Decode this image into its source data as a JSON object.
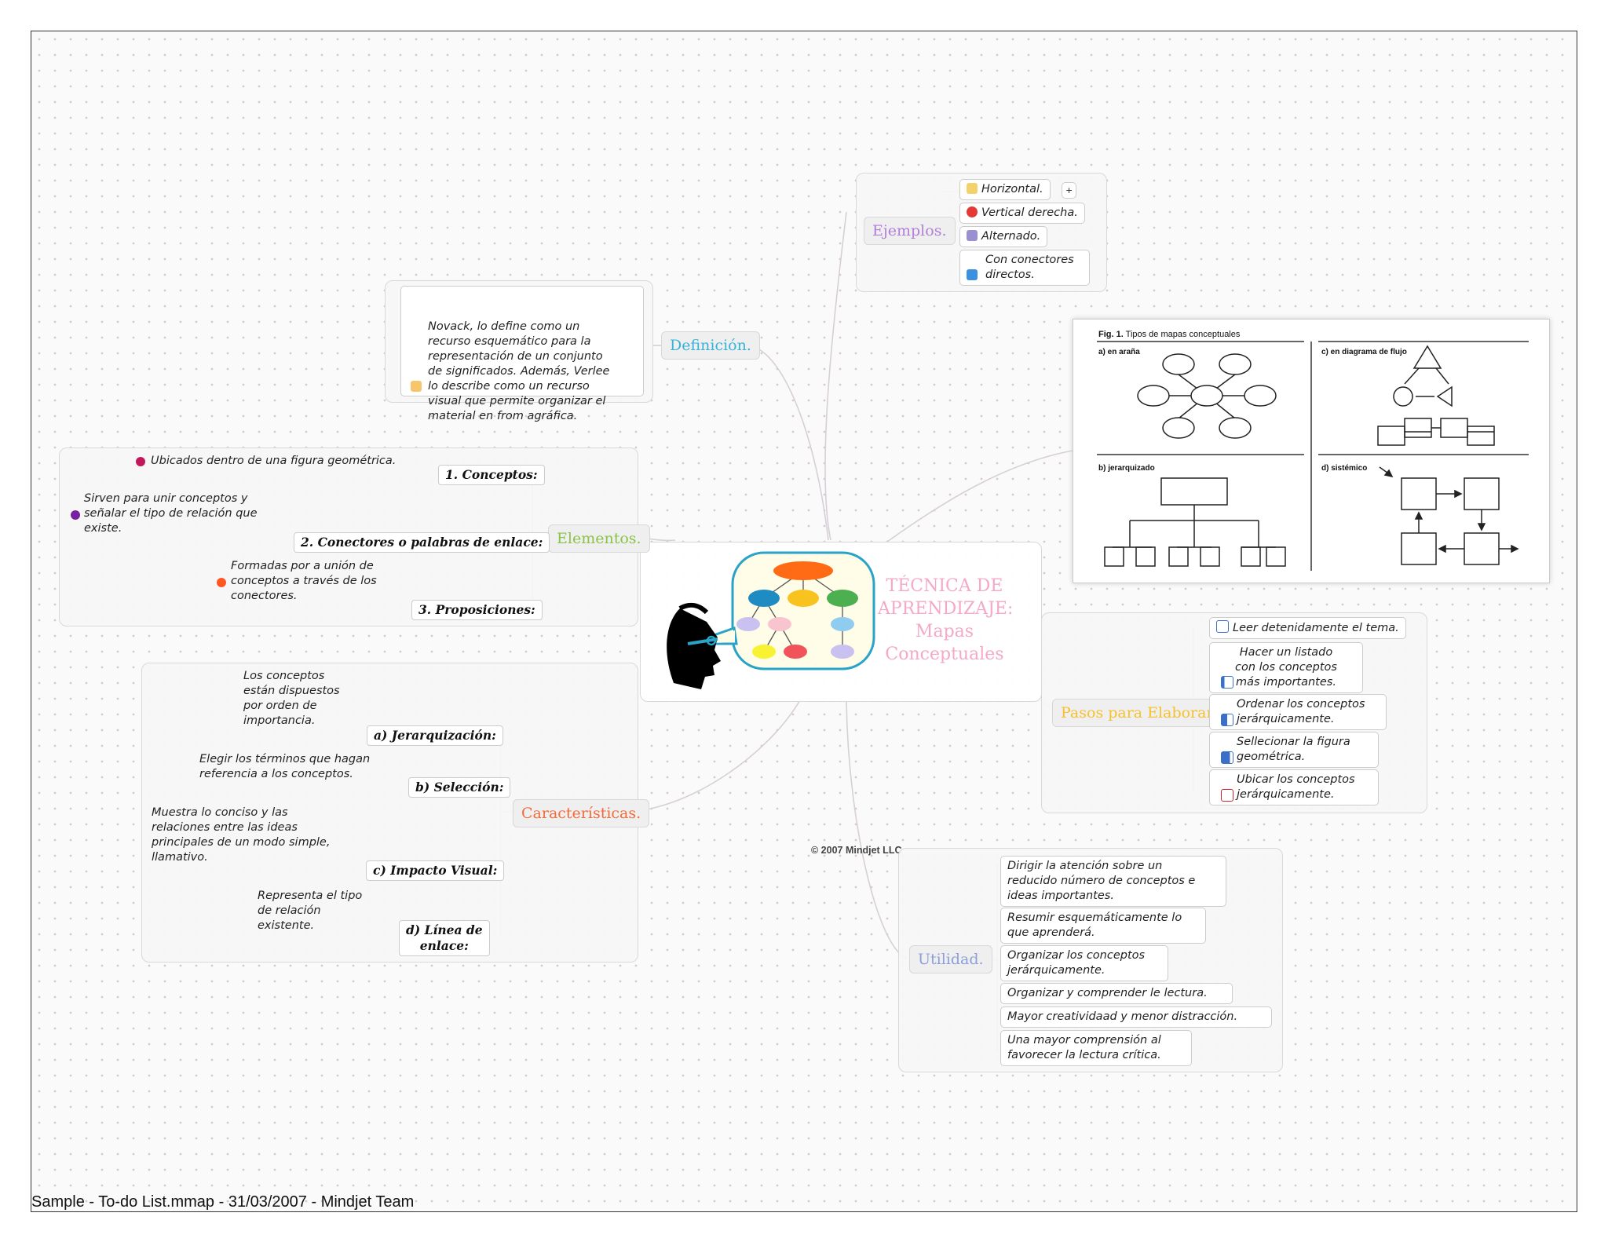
{
  "footer": "Sample - To-do List.mmap - 31/03/2007 - Mindjet Team",
  "copyright": "© 2007 Mindjet LLC",
  "central": {
    "title_lines": [
      "TÉCNICA DE",
      "APRENDIZAJE:",
      "Mapas",
      "Conceptuales"
    ],
    "color": "#f3a9c7"
  },
  "definicion": {
    "label": "Definición.",
    "text": "Novack, lo define como un\nrecurso esquemático para la\nrepresentación de un conjunto\nde significados. Además, Verlee\nlo describe como un recurso\nvisual que permite organizar el\nmaterial en from agráfica.",
    "icon": "thumbs-up-icon",
    "color": "#37b2d8"
  },
  "ejemplos": {
    "label": "Ejemplos.",
    "color": "#b07fd8",
    "items": [
      {
        "label": "Horizontal.",
        "icon": "arrows-horizontal-icon",
        "expander": "+"
      },
      {
        "label": "Vertical derecha.",
        "icon": "arrow-curved-red-icon"
      },
      {
        "label": "Alternado.",
        "icon": "arrow-down-purple-icon"
      },
      {
        "label": "Con conectores\ndirectos.",
        "icon": "arrow-up-blue-icon"
      }
    ]
  },
  "elementos": {
    "label": "Elementos.",
    "color": "#8bc34a",
    "items": [
      {
        "title": "1. Conceptos:",
        "desc": "Ubicados dentro de una figura geométrica.",
        "dot": "#c2185b"
      },
      {
        "title": "2. Conectores o palabras de enlace:",
        "desc": "Sirven para unir conceptos y\nseñalar el tipo de relación que\nexiste.",
        "dot": "#7b1fa2"
      },
      {
        "title": "3. Proposiciones:",
        "desc": "Formadas por a unión de\nconceptos a través de los\nconectores.",
        "dot": "#ff5722"
      }
    ]
  },
  "caracteristicas": {
    "label": "Características.",
    "color": "#f26b3a",
    "items": [
      {
        "title": "a) Jerarquización:",
        "desc": "Los conceptos\nestán dispuestos\npor orden de\nimportancia."
      },
      {
        "title": "b) Selección:",
        "desc": "Elegir los términos que hagan\nreferencia a los conceptos."
      },
      {
        "title": "c) Impacto Visual:",
        "desc": "Muestra lo conciso y las\nrelaciones entre las ideas\nprincipales de un modo simple,\nllamativo."
      },
      {
        "title": "d) Línea de\nenlace:",
        "desc": "Representa el tipo\nde relación\nexistente."
      }
    ]
  },
  "pasos": {
    "label": "Pasos para Elaborar.",
    "color": "#f5c12e",
    "items": [
      {
        "label": "Leer detenidamente el tema.",
        "icon": "task-0-icon"
      },
      {
        "label": "Hacer un listado\ncon los conceptos\nmás importantes.",
        "icon": "task-25-icon"
      },
      {
        "label": "Ordenar los conceptos\njerárquicamente.",
        "icon": "task-50-icon"
      },
      {
        "label": "Sellecionar la figura\ngeométrica.",
        "icon": "task-75-icon"
      },
      {
        "label": "Ubicar los conceptos\njerárquicamente.",
        "icon": "task-done-icon"
      }
    ]
  },
  "utilidad": {
    "label": "Utilidad.",
    "color": "#8d9fd6",
    "items": [
      "Dirigir la atención sobre un\nreducido número de conceptos e\nideas importantes.",
      "Resumir esquemáticamente lo\nque aprenderá.",
      "Organizar los conceptos\njerárquicamente.",
      "Organizar y comprender le lectura.",
      "Mayor creatividaad y menor distracción.",
      "Una mayor comprensión al\nfavorecer la lectura crítica."
    ]
  },
  "figure": {
    "caption_bold": "Fig. 1.",
    "caption": " Tipos de mapas conceptuales",
    "panels": [
      "a) en araña",
      "c) en diagrama de flujo",
      "b) jerarquizado",
      "d) sistémico"
    ]
  }
}
